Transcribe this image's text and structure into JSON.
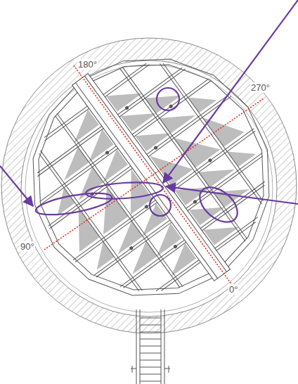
{
  "diagram": {
    "labels": [
      "180°",
      "270°",
      "90°",
      "0°"
    ]
  }
}
